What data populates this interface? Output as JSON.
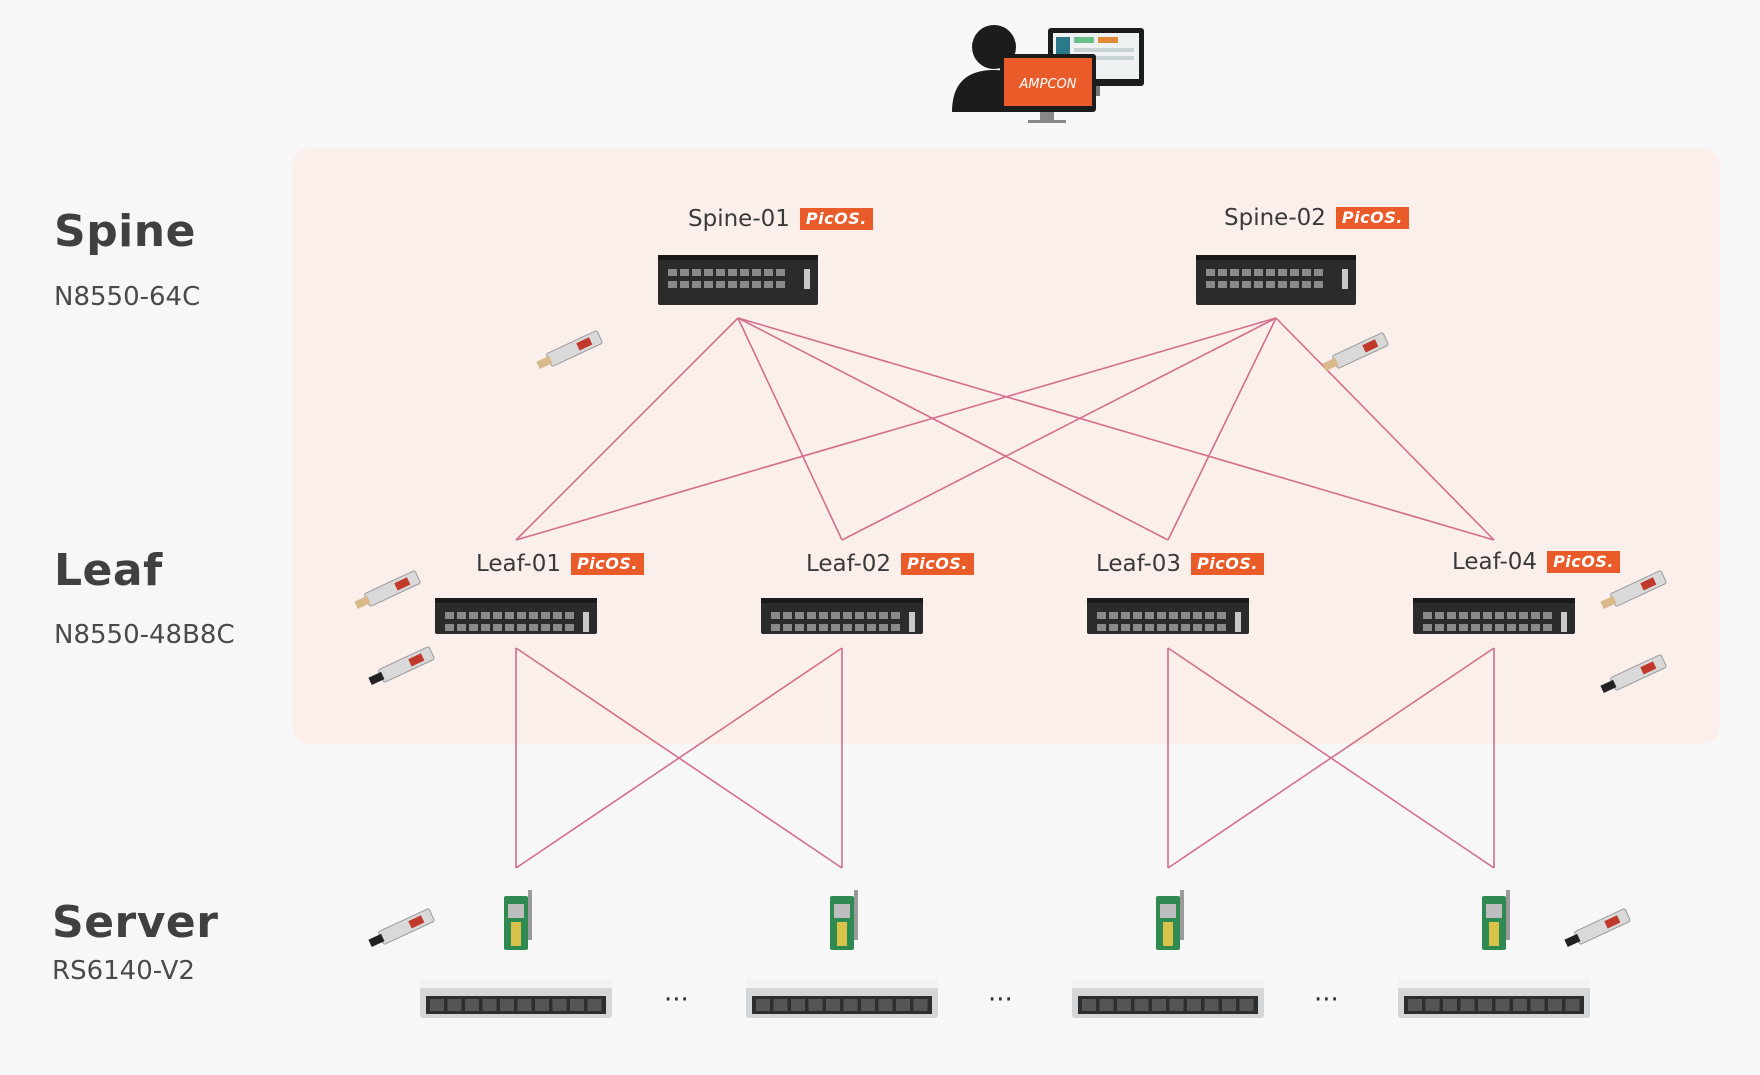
{
  "management": {
    "app_logo_text": "AMPCON",
    "user_icon": "person-icon",
    "monitor_icon": "monitor-icon"
  },
  "colors": {
    "accent": "#ea5b2a",
    "link": "#d36e8c",
    "zone": "#fbefec",
    "device": "#2b2b2b"
  },
  "tiers": {
    "spine": {
      "title": "Spine",
      "model": "N8550-64C"
    },
    "leaf": {
      "title": "Leaf",
      "model": "N8550-48B8C"
    },
    "server": {
      "title": "Server",
      "model": "RS6140-V2"
    }
  },
  "os_badge": "PicOS.",
  "spines": [
    {
      "name": "Spine-01"
    },
    {
      "name": "Spine-02"
    }
  ],
  "leaves": [
    {
      "name": "Leaf-01"
    },
    {
      "name": "Leaf-02"
    },
    {
      "name": "Leaf-03"
    },
    {
      "name": "Leaf-04"
    }
  ],
  "servers": {
    "count_shown": 4,
    "separator": "···"
  }
}
